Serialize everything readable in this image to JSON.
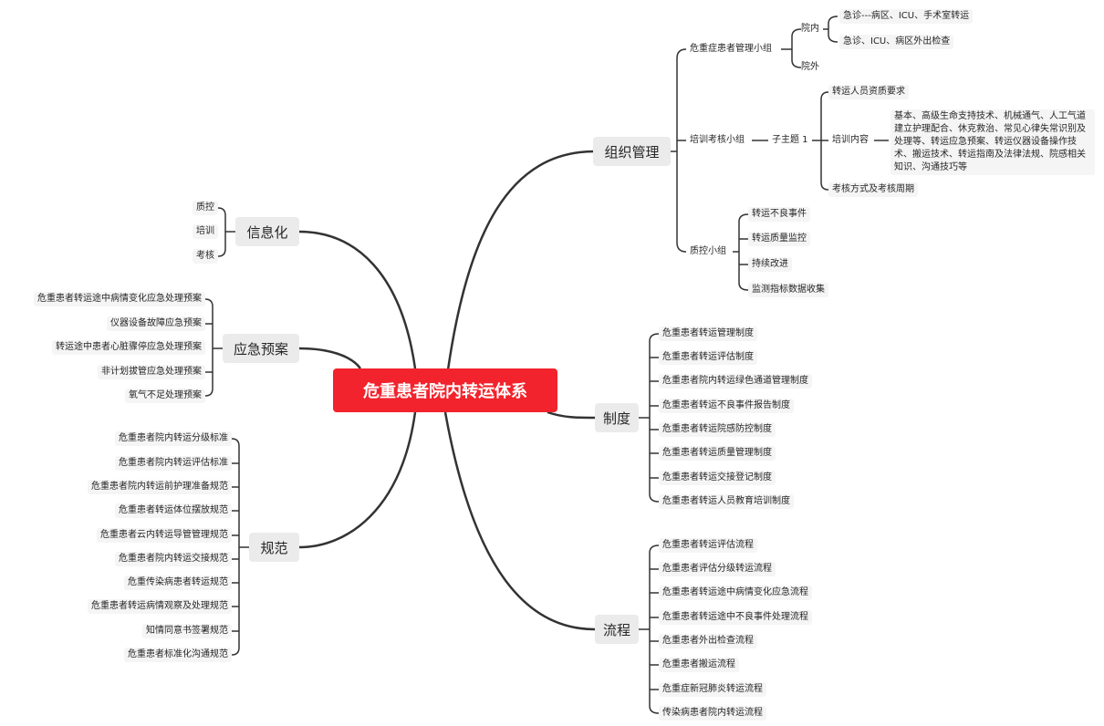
{
  "root": "危重患者院内转运体系",
  "branches": {
    "zuzhi": {
      "label": "组织管理",
      "weizhong": {
        "label": "危重症患者管理小组",
        "yuannei": {
          "label": "院内",
          "items": [
            "急诊---病区、ICU、手术室转运",
            "急诊、ICU、病区外出检查"
          ]
        },
        "yuanwai": "院外"
      },
      "peixun": {
        "label": "培训考核小组",
        "zizhuti": "子主题 1",
        "zizhi": "转运人员资质要求",
        "neirong_label": "培训内容",
        "neirong_text": "基本、高级生命支持技术、机械通气、人工气道建立护理配合、休克救治、常见心律失常识别及处理等、转运应急预案、转运仪器设备操作技术、搬运技术、转运指南及法律法规、院感相关知识、沟通技巧等",
        "kaohe": "考核方式及考核周期"
      },
      "zhikong": {
        "label": "质控小组",
        "items": [
          "转运不良事件",
          "转运质量监控",
          "持续改进",
          "监测指标数据收集"
        ]
      }
    },
    "zhidu": {
      "label": "制度",
      "items": [
        "危重患者转运管理制度",
        "危重患者转运评估制度",
        "危重患者院内转运绿色通道管理制度",
        "危重患者转运不良事件报告制度",
        "危重患者转运院感防控制度",
        "危重患者转运质量管理制度",
        "危重患者转运交接登记制度",
        "危重患者转运人员教育培训制度"
      ]
    },
    "liucheng": {
      "label": "流程",
      "items": [
        "危重患者转运评估流程",
        "危重患者评估分级转运流程",
        "危重患者转运途中病情变化应急流程",
        "危重患者转运途中不良事件处理流程",
        "危重患者外出检查流程",
        "危重患者搬运流程",
        "危重症新冠肺炎转运流程",
        "传染病患者院内转运流程"
      ]
    },
    "xinxihua": {
      "label": "信息化",
      "items": [
        "质控",
        "培训",
        "考核"
      ]
    },
    "yingji": {
      "label": "应急预案",
      "items": [
        "危重患者转运途中病情变化应急处理预案",
        "仪器设备故障应急预案",
        "转运途中患者心脏骤停应急处理预案",
        "非计划拔管应急处理预案",
        "氧气不足处理预案"
      ]
    },
    "guifan": {
      "label": "规范",
      "items": [
        "危重患者院内转运分级标准",
        "危重患者院内转运评估标准",
        "危重患者院内转运前护理准备规范",
        "危重患者转运体位摆放规范",
        "危重患者云内转运导管管理规范",
        "危重患者院内转运交接规范",
        "危重传染病患者转运规范",
        "危重患者转运病情观察及处理规范",
        "知情同意书签署规范",
        "危重患者标准化沟通规范"
      ]
    }
  }
}
